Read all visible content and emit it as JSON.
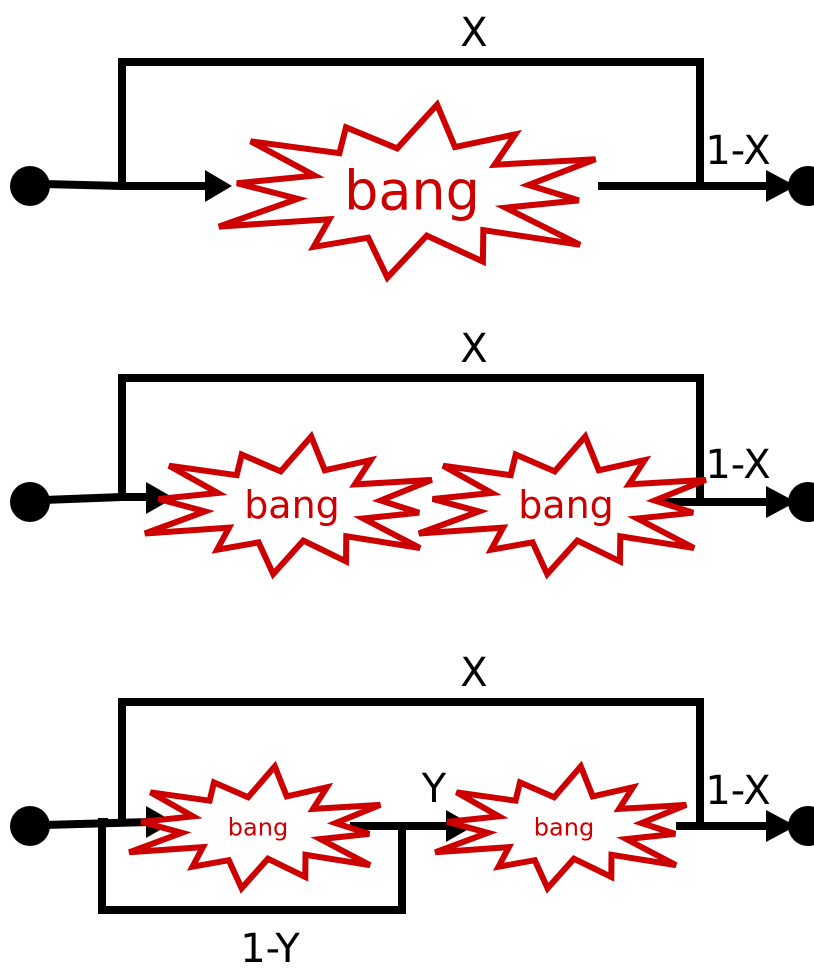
{
  "colors": {
    "line": "#000000",
    "burst": "#cc0000",
    "background": "#ffffff"
  },
  "diagrams": [
    {
      "bypass_label": "X",
      "output_label": "1-X",
      "blocks": [
        {
          "text": "bang"
        }
      ]
    },
    {
      "bypass_label": "X",
      "output_label": "1-X",
      "blocks": [
        {
          "text": "bang"
        },
        {
          "text": "bang"
        }
      ]
    },
    {
      "bypass_label": "X",
      "output_label": "1-X",
      "between_label": "Y",
      "feedback_label": "1-Y",
      "blocks": [
        {
          "text": "bang"
        },
        {
          "text": "bang"
        }
      ]
    }
  ]
}
